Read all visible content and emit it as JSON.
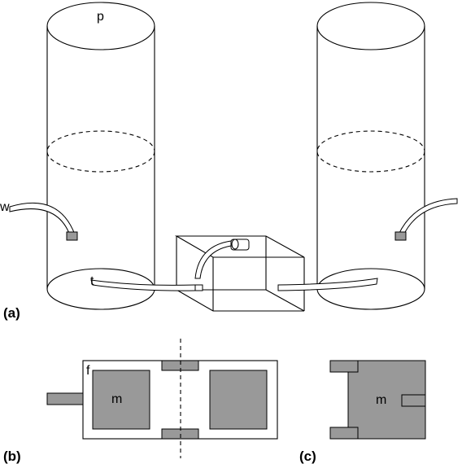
{
  "panels": {
    "a": "(a)",
    "b": "(b)",
    "c": "(c)"
  },
  "parts": {
    "p": "p",
    "w": "w",
    "t": "t",
    "f": "f",
    "m_b": "m",
    "m_c": "m"
  },
  "colors": {
    "line": "#000000",
    "fill_gray": "#999999",
    "background": "#ffffff"
  }
}
